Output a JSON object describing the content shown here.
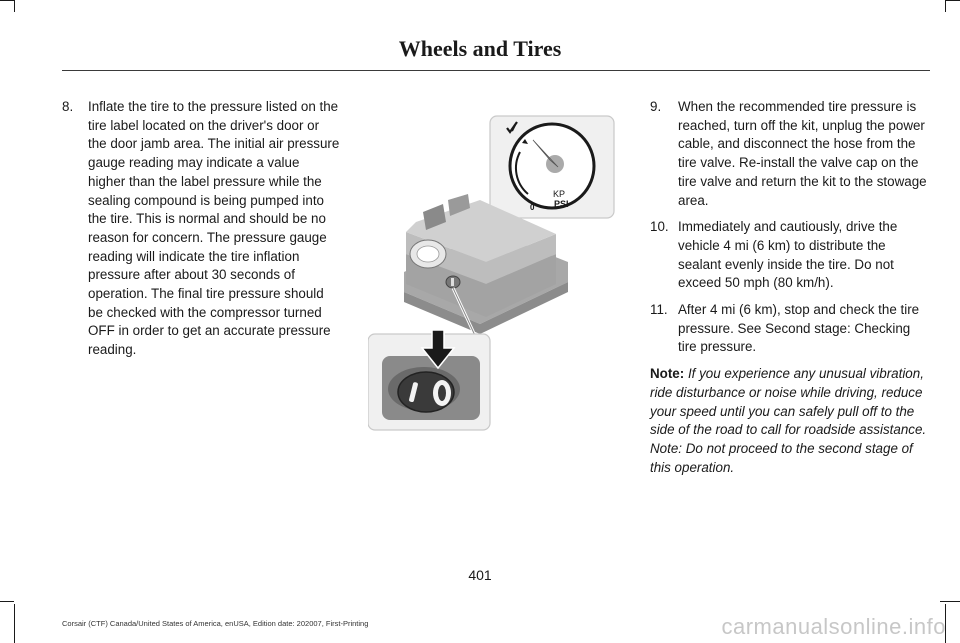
{
  "header": {
    "title": "Wheels and Tires"
  },
  "left_column": {
    "steps": [
      {
        "number": "8.",
        "text": "Inflate the tire to the pressure listed on the tire label located on the driver's door or the door jamb area. The initial air pressure gauge reading may indicate a value higher than the label pressure while the sealing compound is being pumped into the tire. This is normal and should be no reason for concern. The pressure gauge reading will indicate the tire inflation pressure after about 30 seconds of operation. The final tire pressure should be checked with the compressor turned OFF in order to get an accurate pressure reading."
      }
    ]
  },
  "right_column": {
    "steps": [
      {
        "number": "9.",
        "text": "When the recommended tire pressure is reached, turn off the kit, unplug the power cable, and disconnect the hose from the tire valve. Re-install the valve cap on the tire valve and return the kit to the stowage area."
      },
      {
        "number": "10.",
        "text": "Immediately and cautiously, drive the vehicle 4 mi (6 km) to distribute the sealant evenly inside the tire. Do not exceed 50 mph (80 km/h)."
      },
      {
        "number": "11.",
        "text": "After 4 mi (6 km), stop and check the tire pressure. See Second stage: Checking tire pressure."
      }
    ],
    "note": {
      "label": "Note:",
      "text": "If you experience any unusual vibration, ride disturbance or noise while driving, reduce your speed until you can safely pull off to the side of the road to call for roadside assistance. Note: Do not proceed to the second stage of this operation."
    }
  },
  "illustration": {
    "gauge_labels": {
      "kpa": "KP",
      "psi": "PSI",
      "zero": "0"
    }
  },
  "footer": {
    "page_number": "401",
    "edition": "Corsair (CTF) Canada/United States of America, enUSA, Edition date: 202007, First-Printing",
    "watermark": "carmanualsonline.info"
  }
}
